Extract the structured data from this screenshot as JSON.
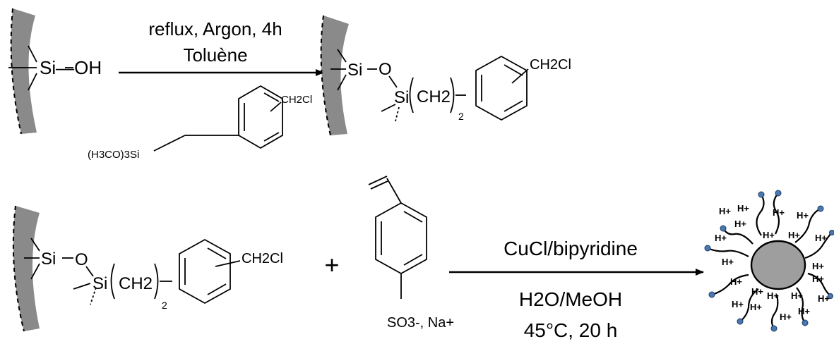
{
  "step1": {
    "condition_line1": "reflux, Argon, 4h",
    "condition_line2": "Toluène",
    "reactant_label": "Si—OH",
    "reagent": {
      "substituent": "CH2Cl",
      "silane": "(H3CO)3Si"
    },
    "product": {
      "si_1": "Si",
      "o": "O",
      "si_2": "Si",
      "chain": "CH2",
      "subscript": "2",
      "substituent": "CH2Cl"
    }
  },
  "step2": {
    "reactant": {
      "si_1": "Si",
      "o": "O",
      "si_2": "Si",
      "chain": "CH2",
      "subscript": "2",
      "substituent": "CH2Cl"
    },
    "plus": "+",
    "monomer": {
      "group": "SO3-, Na+"
    },
    "condition_line1": "CuCl/bipyridine",
    "condition_line2": "H2O/MeOH",
    "condition_line3": "45°C, 20 h",
    "proton_label": "H+"
  },
  "colors": {
    "surface": "#8a8a8a",
    "particle": "#9e9e9e",
    "bead": "#4a78b0",
    "line": "#000000"
  }
}
